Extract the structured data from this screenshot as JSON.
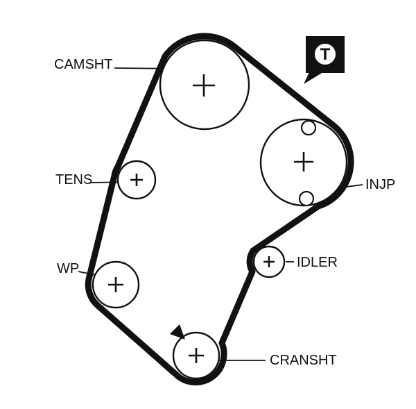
{
  "diagram": {
    "labels": {
      "camshaft": "CAMSHT",
      "tensioner": "TENS",
      "water_pump": "WP",
      "injection_pump": "INJP",
      "idler": "IDLER",
      "crankshaft": "CRANSHT"
    },
    "timing_mark": {
      "letter": "T"
    },
    "colors": {
      "ink": "#111111",
      "background": "#ffffff"
    }
  }
}
